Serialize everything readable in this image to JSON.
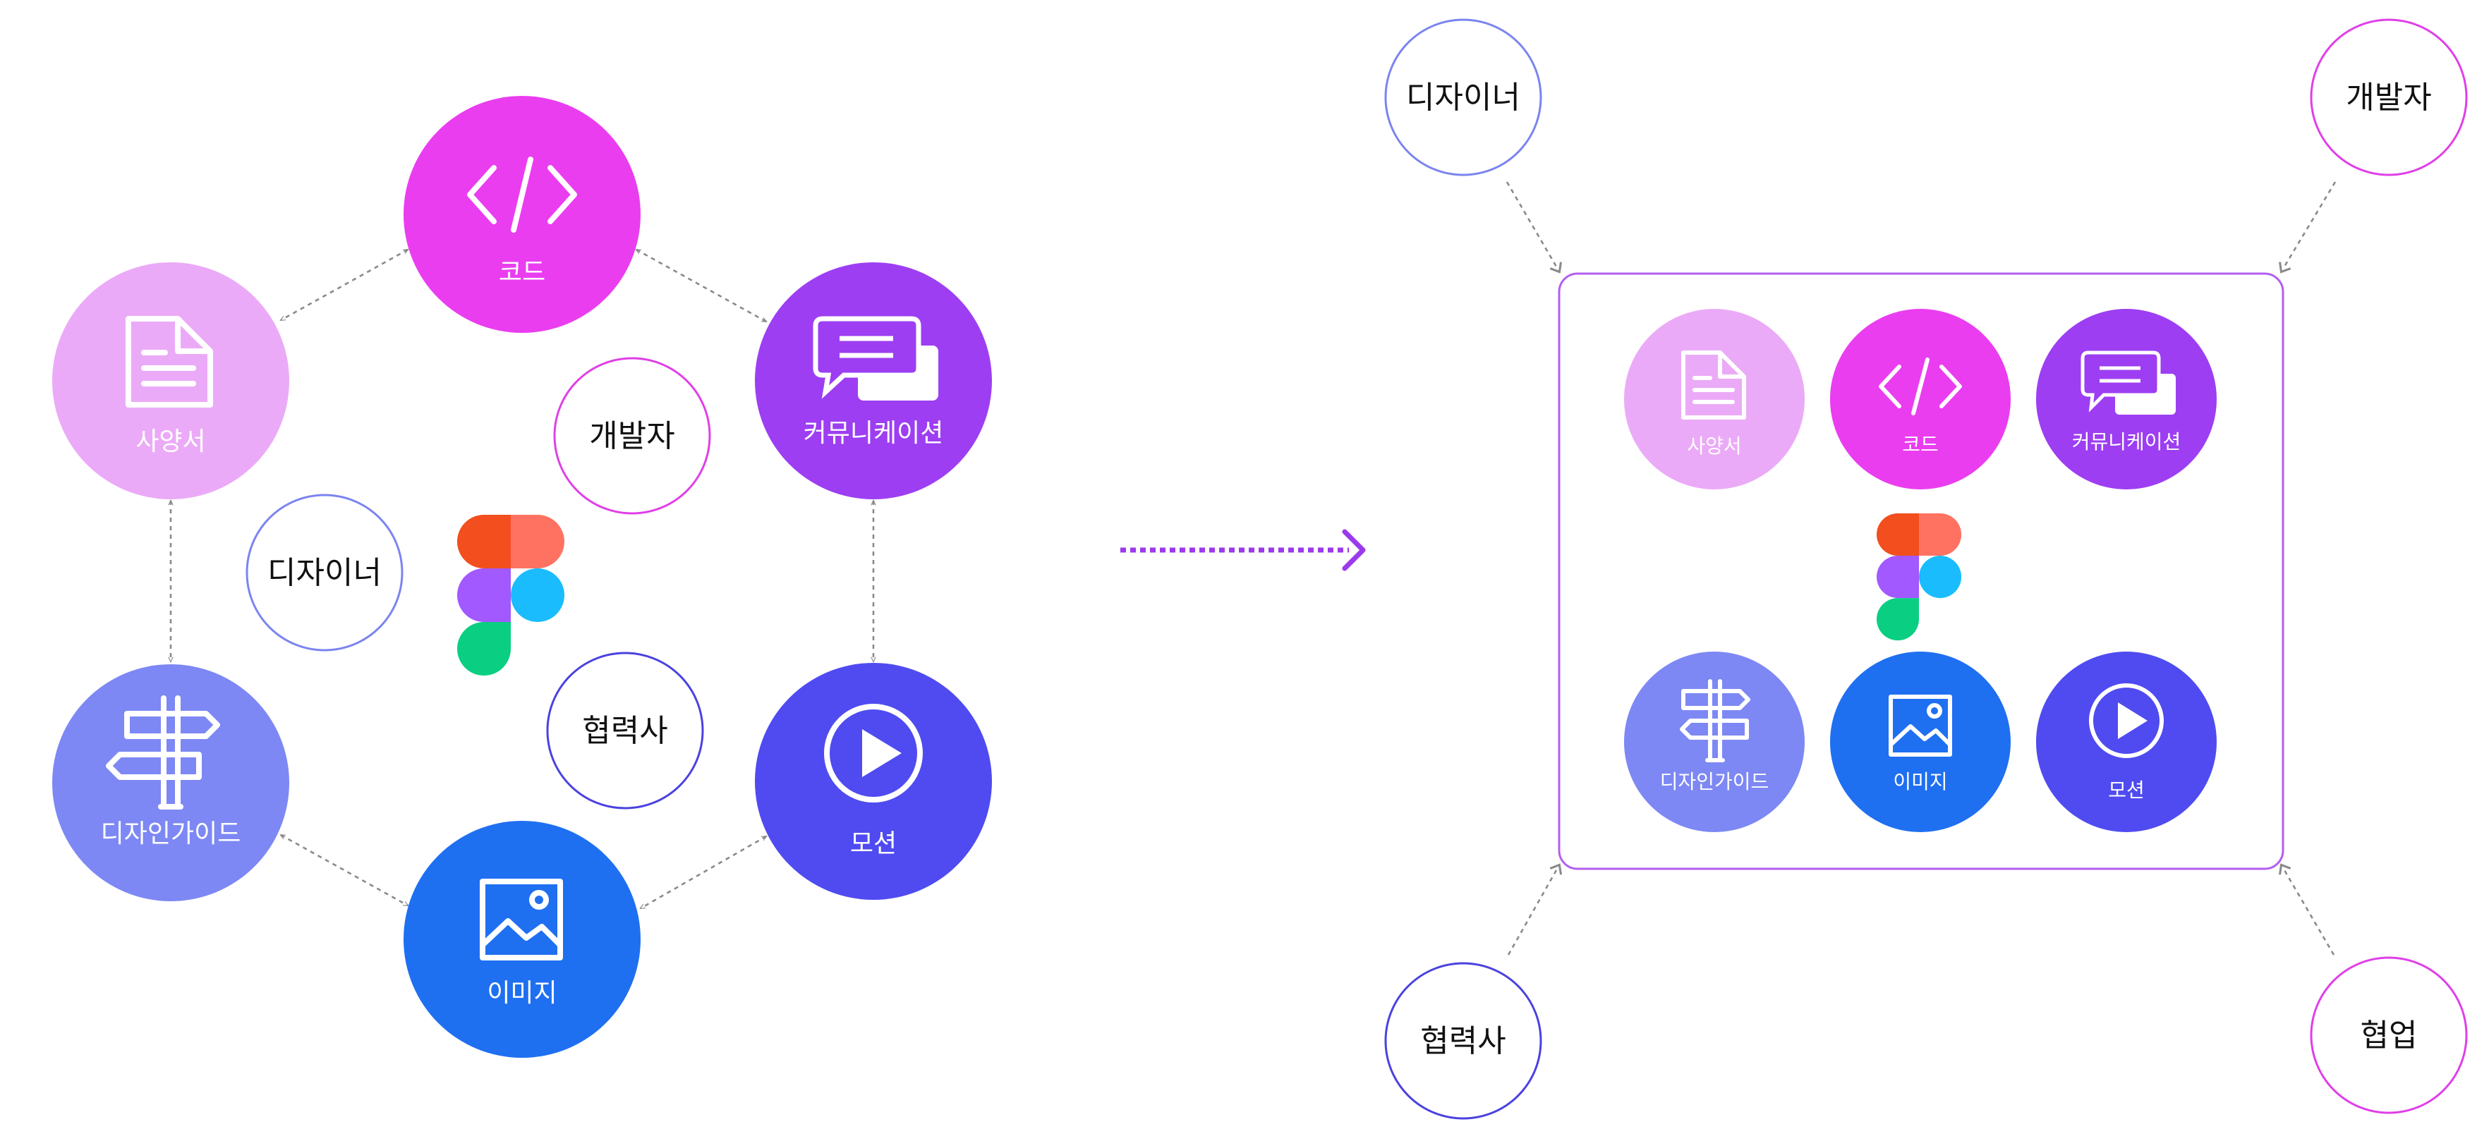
{
  "colors": {
    "spec": "#ebaaf7",
    "code": "#ea3df0",
    "communication": "#9d3ef2",
    "motion": "#4f4bf0",
    "image": "#1f6ff1",
    "guide": "#7d88f4",
    "designer_ring": "#7b84f0",
    "developer_ring": "#e03fe8",
    "partner_ring": "#4a42e0",
    "collab_ring": "#e03fe8",
    "frame_border": "#b45ef0",
    "flow_arrow": "#9b39ec",
    "connector": "#8a8a8a",
    "figma": [
      "#f24e1e",
      "#ff7262",
      "#a259ff",
      "#1abcfe",
      "#0acf83"
    ]
  },
  "before": {
    "nodes": {
      "code": {
        "label": "코드",
        "icon": "code-icon"
      },
      "spec": {
        "label": "사양서",
        "icon": "document-icon"
      },
      "communication": {
        "label": "커뮤니케이션",
        "icon": "chat-icon"
      },
      "guide": {
        "label": "디자인가이드",
        "icon": "signpost-icon"
      },
      "motion": {
        "label": "모션",
        "icon": "play-icon"
      },
      "image": {
        "label": "이미지",
        "icon": "image-icon"
      }
    },
    "roles": {
      "designer": "디자이너",
      "developer": "개발자",
      "partner": "협력사"
    },
    "center_icon": "figma-logo"
  },
  "after": {
    "roles": {
      "designer": "디자이너",
      "developer": "개발자",
      "partner": "협력사",
      "collab": "협업"
    },
    "nodes": {
      "spec": {
        "label": "사양서",
        "icon": "document-icon"
      },
      "code": {
        "label": "코드",
        "icon": "code-icon"
      },
      "communication": {
        "label": "커뮤니케이션",
        "icon": "chat-icon"
      },
      "guide": {
        "label": "디자인가이드",
        "icon": "signpost-icon"
      },
      "image": {
        "label": "이미지",
        "icon": "image-icon"
      },
      "motion": {
        "label": "모션",
        "icon": "play-icon"
      }
    },
    "center_icon": "figma-logo"
  }
}
